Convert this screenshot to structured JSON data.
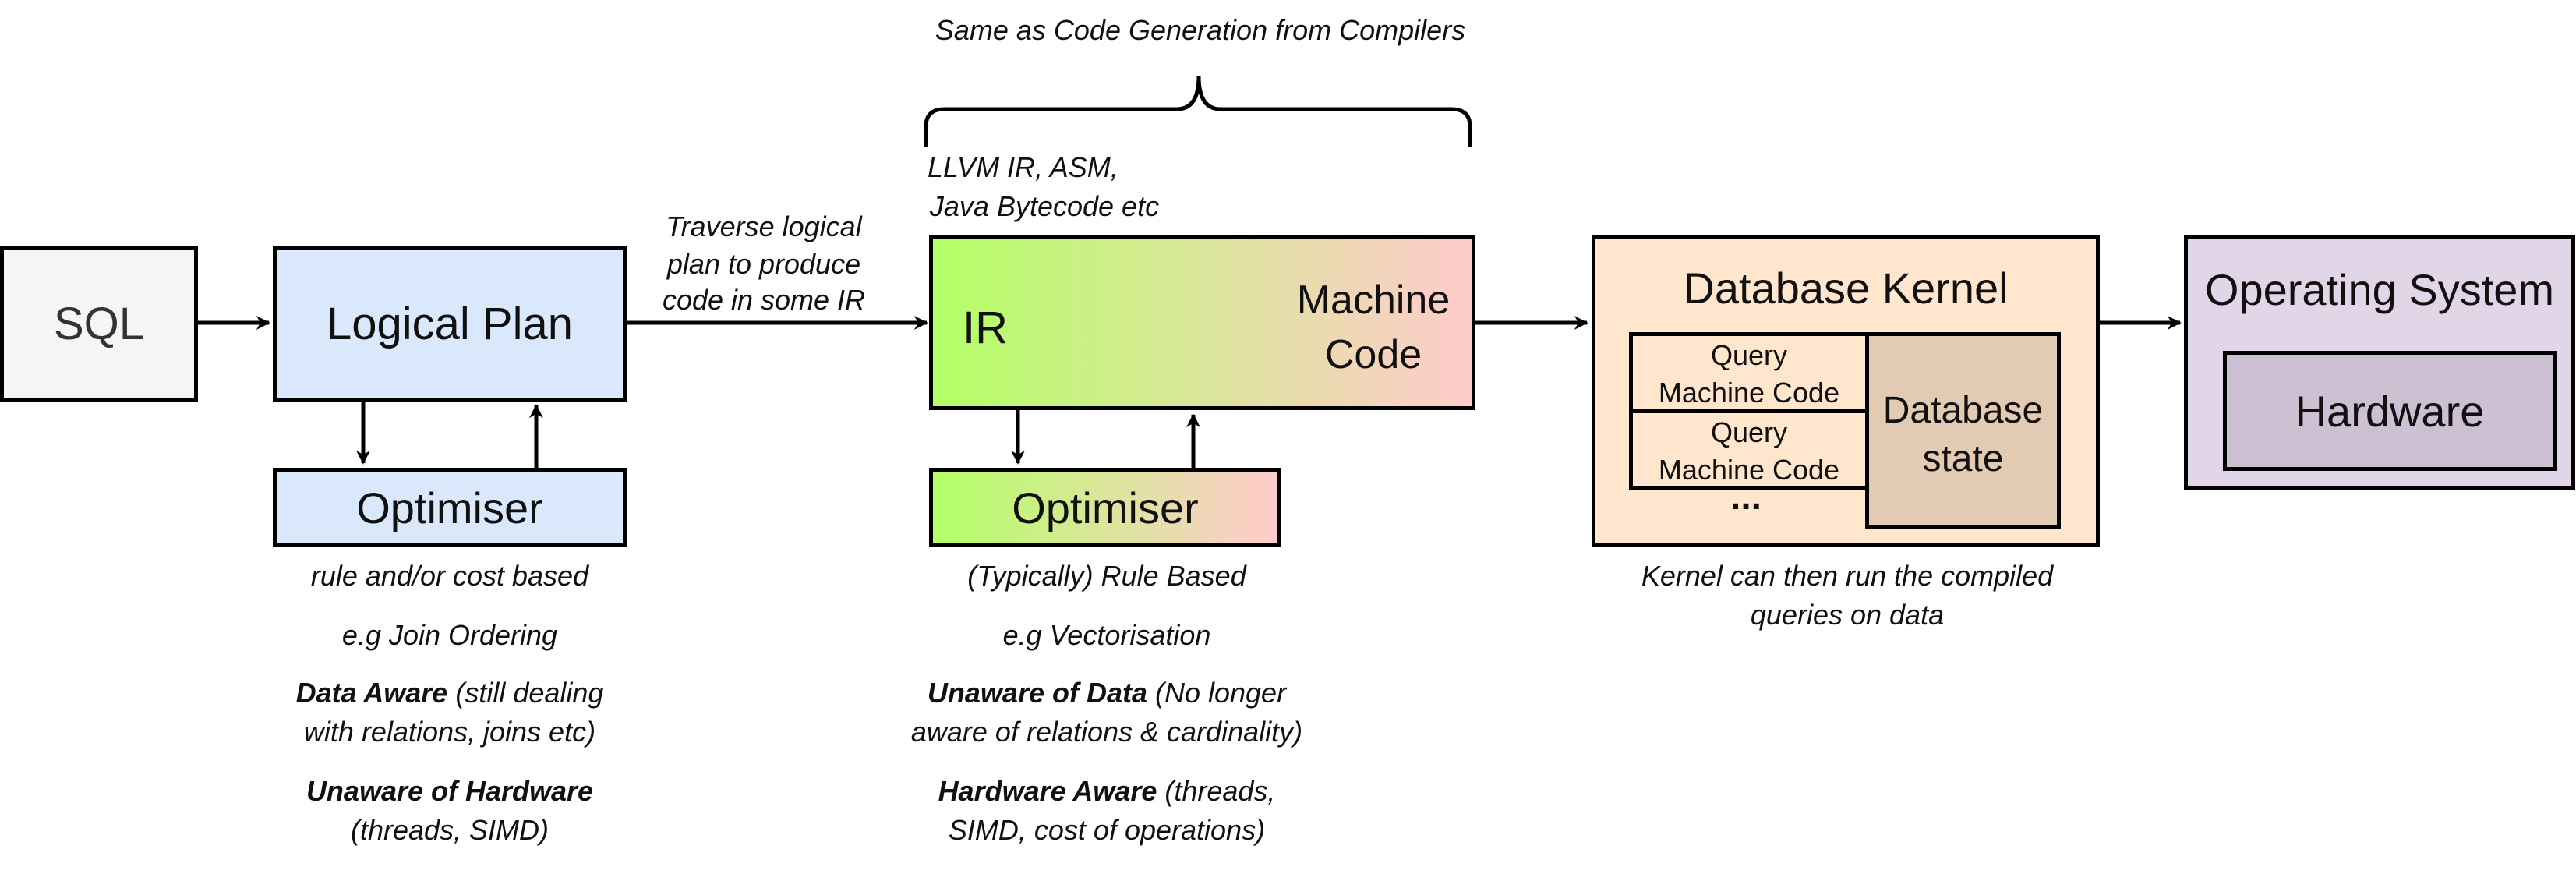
{
  "top_note": "Same as Code Generation from Compilers",
  "ir_note": {
    "line1": "LLVM IR, ASM,",
    "line2": "Java Bytecode etc"
  },
  "traverse_label": {
    "line1": "Traverse logical",
    "line2": "plan to produce",
    "line3": "code in some IR"
  },
  "nodes": {
    "sql": "SQL",
    "logical_plan": "Logical Plan",
    "optimiser_left": "Optimiser",
    "ir": "IR",
    "machine_code": {
      "line1": "Machine",
      "line2": "Code"
    },
    "optimiser_mid": "Optimiser",
    "database_kernel": "Database Kernel",
    "query1": {
      "line1": "Query",
      "line2": "Machine Code"
    },
    "query2": {
      "line1": "Query",
      "line2": "Machine Code"
    },
    "ellipsis": "...",
    "database_state": {
      "line1": "Database",
      "line2": "state"
    },
    "operating_system": "Operating System",
    "hardware": "Hardware"
  },
  "left_notes": {
    "cost": "rule and/or cost based",
    "example": "e.g Join Ordering",
    "data_bold": "Data Aware",
    "data_rest1": " (still dealing",
    "data_rest2": "with relations, joins etc)",
    "hw_bold": "Unaware of Hardware",
    "hw_rest": "(threads, SIMD)"
  },
  "mid_notes": {
    "rule": "(Typically) Rule Based",
    "example": "e.g Vectorisation",
    "data_bold": "Unaware of Data",
    "data_rest1": " (No longer",
    "data_rest2": "aware of relations & cardinality)",
    "hw_bold": "Hardware Aware",
    "hw_rest1": " (threads,",
    "hw_rest2": "SIMD, cost of operations)"
  },
  "kernel_note": {
    "line1": "Kernel can then run the compiled",
    "line2": "queries on data"
  },
  "colors": {
    "sql_fill": "#f5f5f5",
    "blue_fill": "#dae8fc",
    "kernel_fill": "#ffe6cc",
    "state_fill": "#e3cbb3",
    "os_fill": "#e1d5e7",
    "hw_fill": "#cdc0d3",
    "grad_start": "#b3ff66",
    "grad_end": "#ffcccc"
  }
}
